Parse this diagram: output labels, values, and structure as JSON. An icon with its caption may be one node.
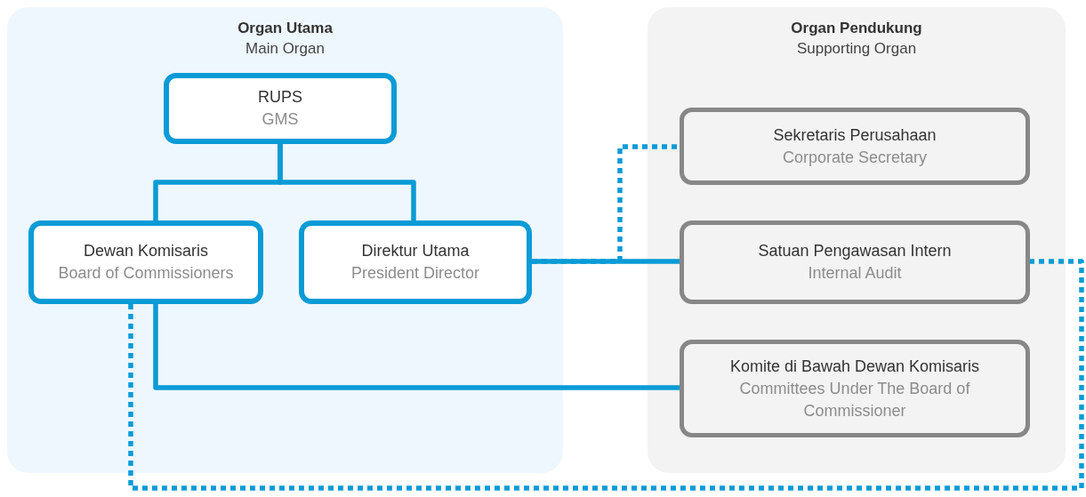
{
  "diagram": {
    "nodes": [
      {
        "text": [
          "Organ Utama",
          "Main Organ"
        ]
      },
      {
        "text": [
          "RUPS",
          "GMS"
        ],
        "in": 0
      },
      {
        "text": [
          "Dewan Komisaris",
          "Board of Commissioners"
        ],
        "in": 0
      },
      {
        "text": [
          "Direktur Utama",
          "President Director"
        ],
        "in": 0
      },
      {
        "text": [
          "Organ Pendukung",
          "Supporting Organ"
        ]
      },
      {
        "text": [
          "Sekretaris Perusahaan",
          "Corporate Secretary"
        ],
        "in": 4
      },
      {
        "text": [
          "Satuan Pengawasan Intern",
          "Internal Audit"
        ],
        "in": 4
      },
      {
        "text": [
          "Komite di Bawah Dewan Komisaris",
          "Committees Under The Board of Commissioner"
        ],
        "in": 4
      }
    ],
    "edges": [
      {
        "from": 1,
        "to": 2,
        "arrow": "none"
      },
      {
        "from": 1,
        "to": 3,
        "arrow": "none"
      },
      {
        "from": 3,
        "to": 6,
        "arrow": "none"
      },
      {
        "from": 3,
        "to": 5,
        "arrow": "none",
        "style": "dashed"
      },
      {
        "from": 2,
        "to": 7,
        "arrow": "none"
      },
      {
        "from": 2,
        "to": 6,
        "arrow": "none",
        "style": "dashed"
      }
    ]
  }
}
